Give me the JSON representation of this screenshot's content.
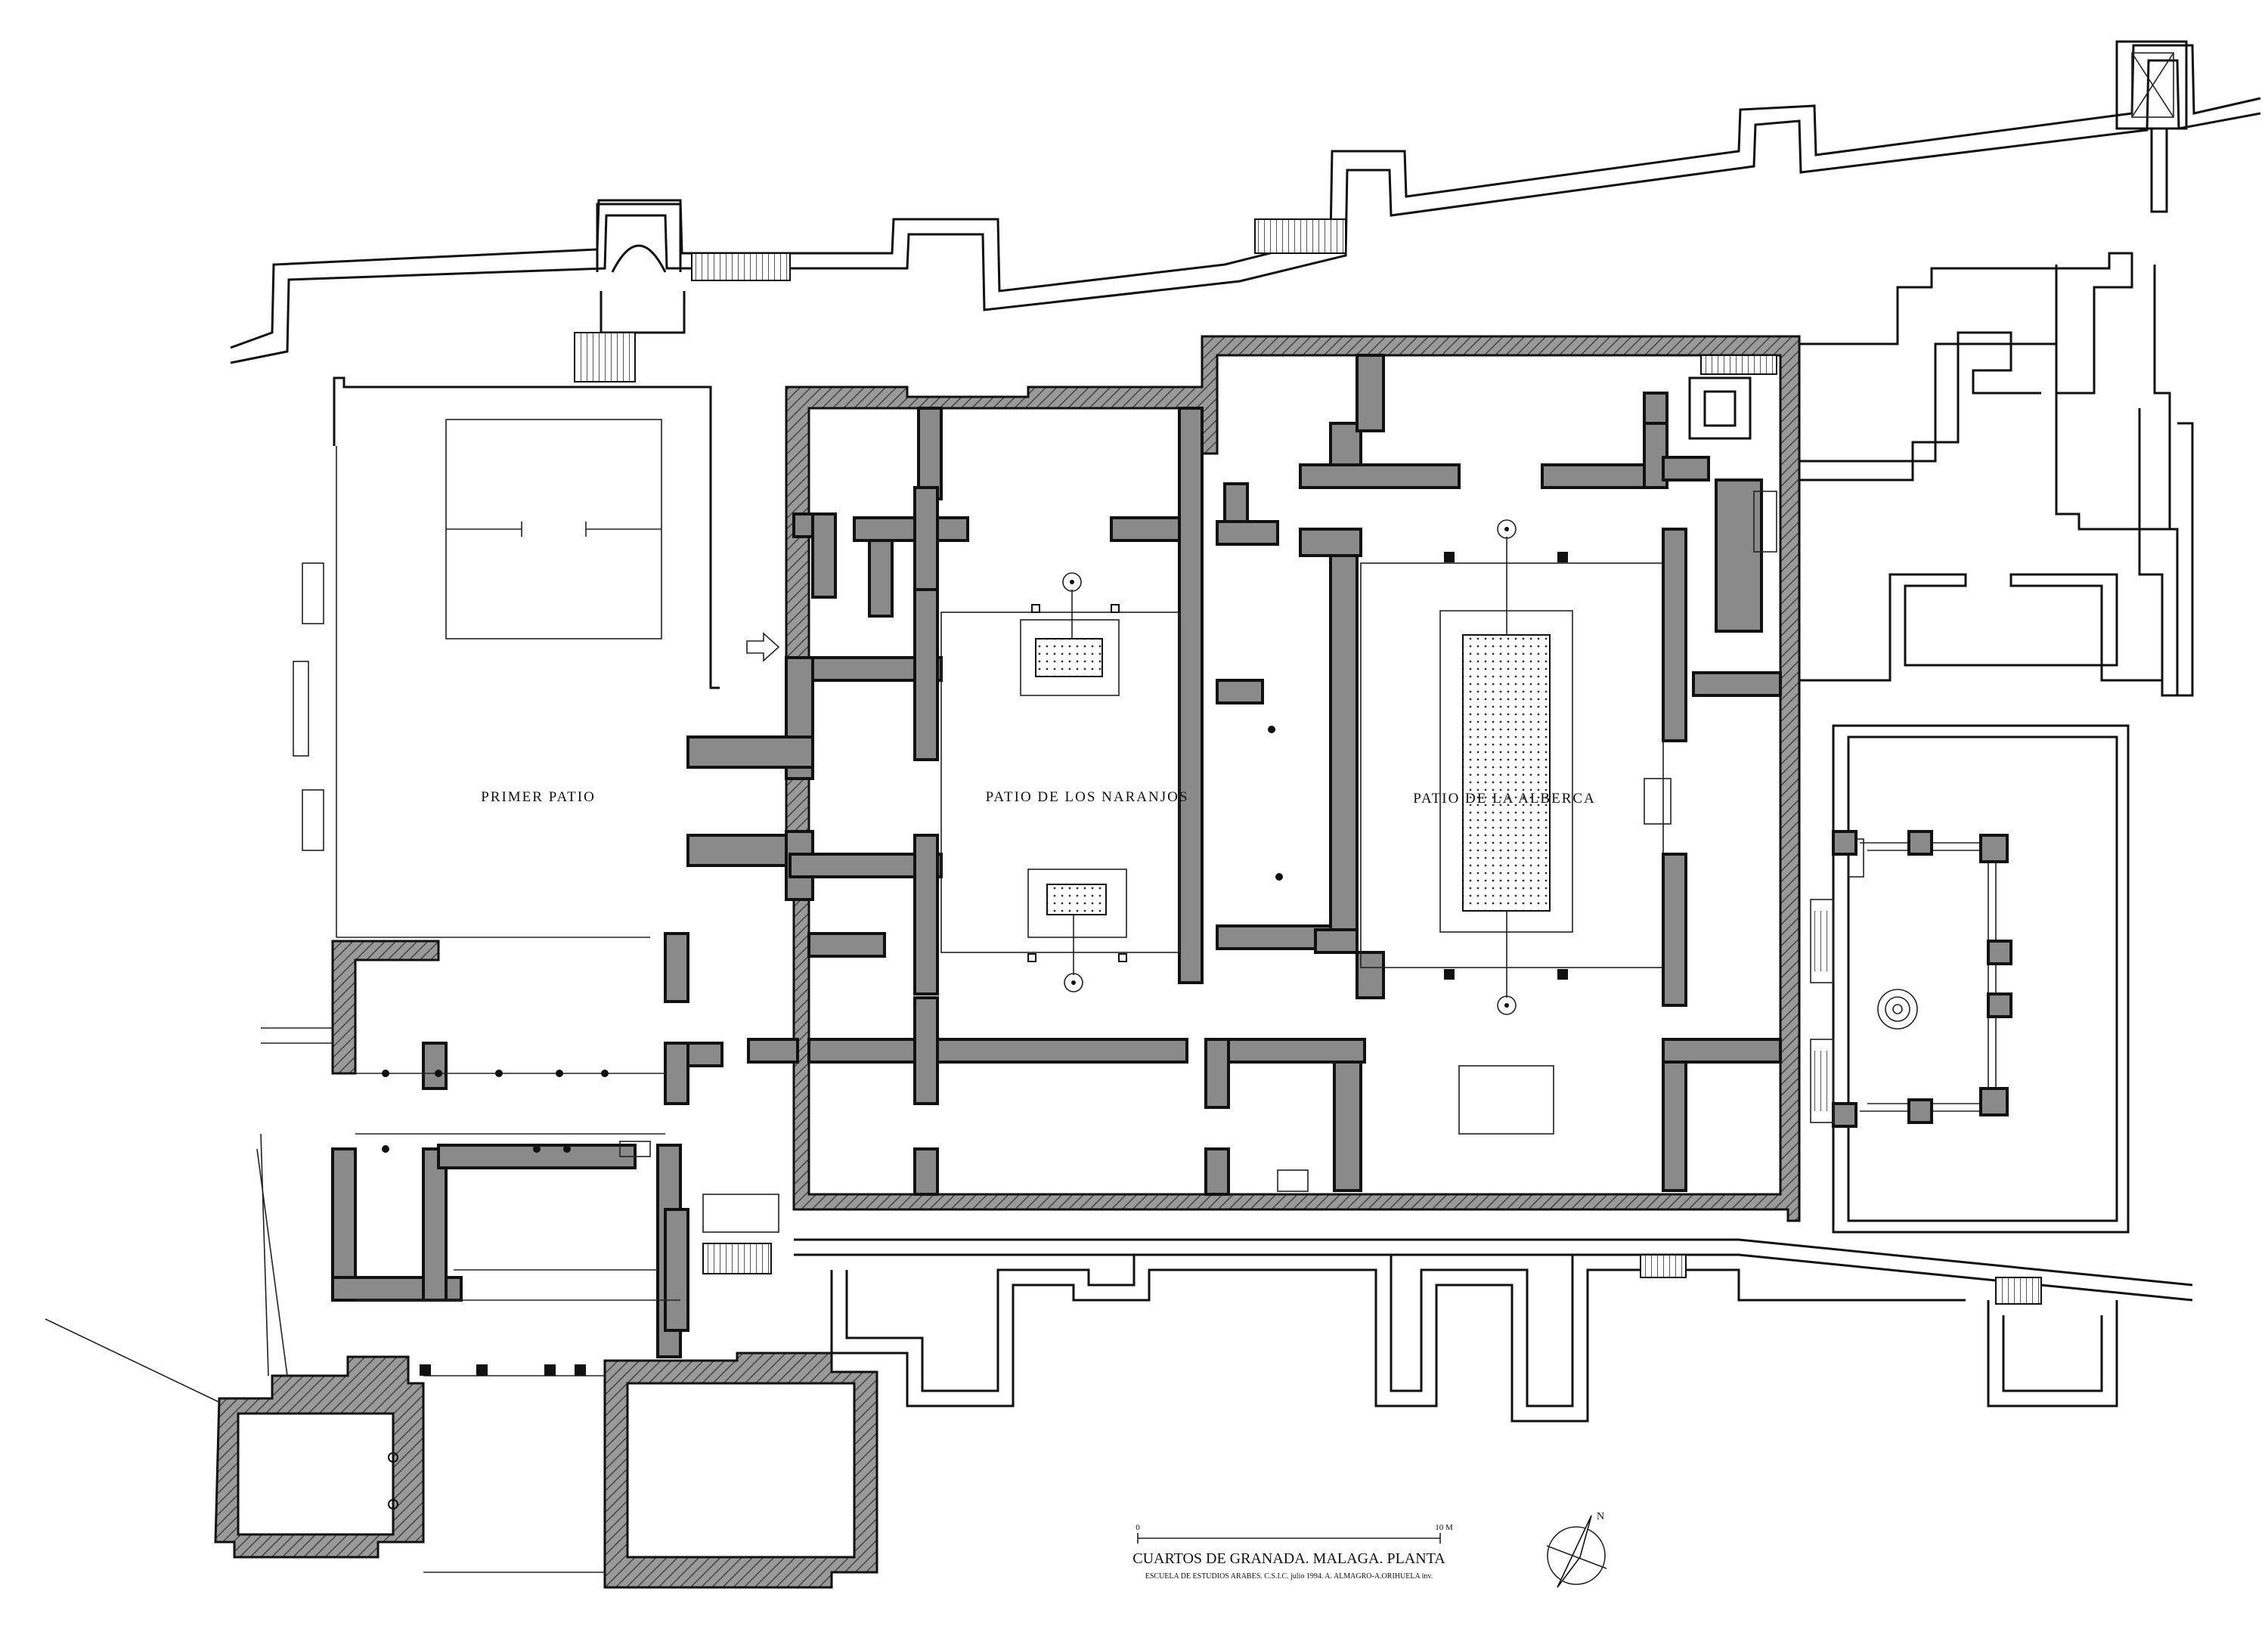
{
  "labels": {
    "primer_patio": "PRIMER PATIO",
    "patio_naranjos": "PATIO DE LOS NARANJOS",
    "patio_alberca": "PATIO DE LA ALBERCA"
  },
  "title_block": {
    "title": "CUARTOS DE GRANADA. MALAGA. PLANTA",
    "credit": "ESCUELA DE ESTUDIOS ARABES. C.S.I.C. julio 1994. A. ALMAGRO-A.ORIHUELA inv.",
    "scale_start": "0",
    "scale_end": "10 M"
  },
  "north_arrow": {
    "label": "N"
  },
  "colors": {
    "wall_fill": "#8a8a8a",
    "ink": "#111111",
    "background": "#ffffff"
  }
}
